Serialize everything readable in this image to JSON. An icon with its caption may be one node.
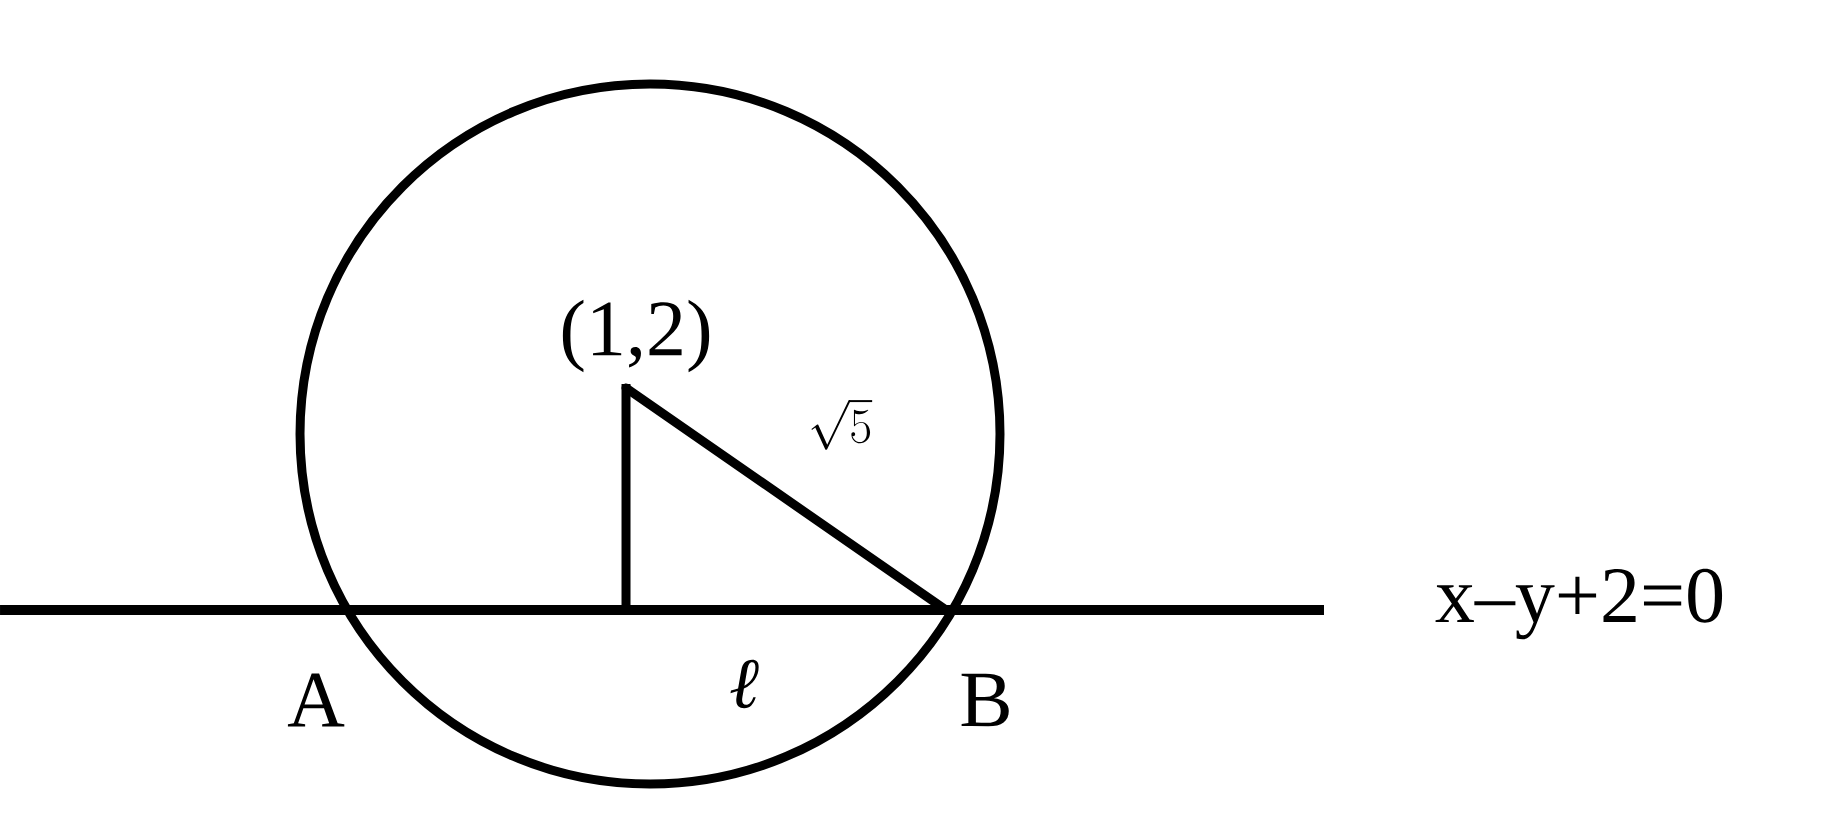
{
  "diagram": {
    "labels": [
      "(1,2)",
      "\\sqrt{5}",
      "A",
      "ℓ",
      "B",
      "x–y+2=0"
    ]
  }
}
